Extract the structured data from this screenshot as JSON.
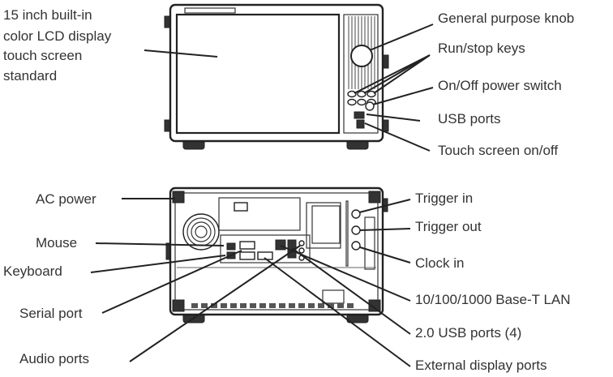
{
  "front_panel": {
    "display_label": [
      "15 inch built-in",
      "color LCD display",
      "touch screen",
      "standard"
    ],
    "callouts": {
      "knob": "General purpose knob",
      "run_stop": "Run/stop keys",
      "power": "On/Off power switch",
      "usb": "USB ports",
      "touch": "Touch screen on/off"
    }
  },
  "rear_panel": {
    "left_callouts": {
      "ac_power": "AC power",
      "mouse": "Mouse",
      "keyboard": "Keyboard",
      "serial": "Serial port",
      "audio": "Audio ports"
    },
    "right_callouts": {
      "trigger_in": "Trigger in",
      "trigger_out": "Trigger out",
      "clock_in": "Clock in",
      "lan": "10/100/1000 Base-T LAN",
      "usb2": "2.0 USB ports (4)",
      "ext_display": "External display ports"
    }
  }
}
